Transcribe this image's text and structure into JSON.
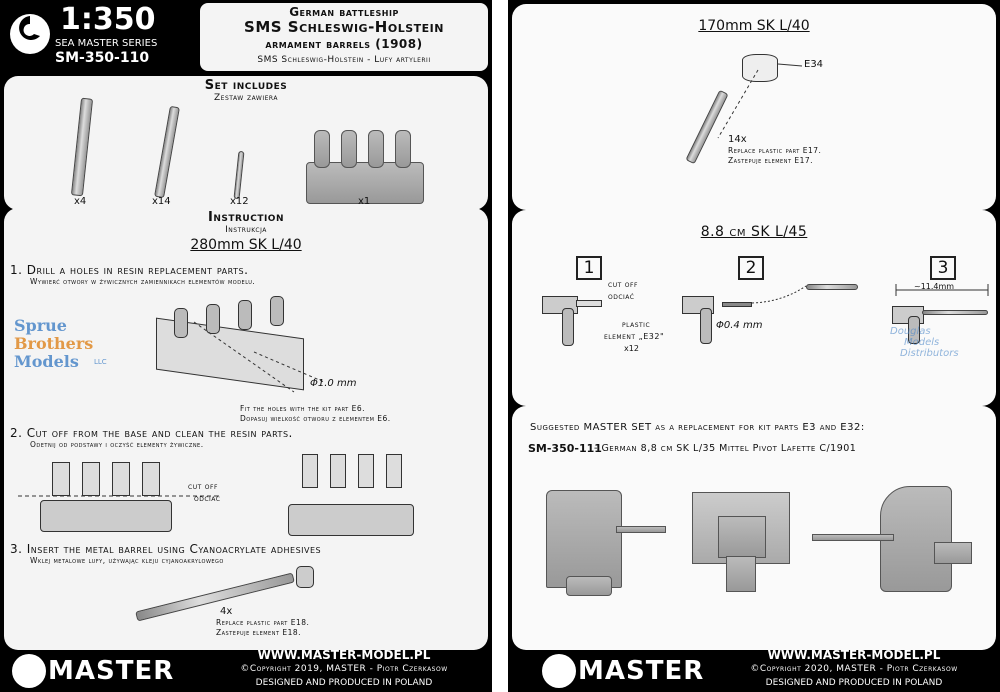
{
  "left": {
    "scale": "1:350",
    "series": "SEA MASTER SERIES",
    "code": "SM-350-110",
    "title_line1": "German battleship",
    "title_line2": "SMS Schleswig-Holstein",
    "title_line3": "armament barrels (1908)",
    "title_sub": "SMS Schleswig-Holstein - Lufy artylerii",
    "set_includes": "Set includes",
    "set_includes_pl": "Zestaw zawiera",
    "parts": [
      {
        "qty": "x4"
      },
      {
        "qty": "x14"
      },
      {
        "qty": "x12"
      },
      {
        "qty": "x1"
      }
    ],
    "instruction": "Instruction",
    "instruction_pl": "Instrukcja",
    "caliber": "280mm SK L/40",
    "step1": "1. Drill a holes in resin replacement parts.",
    "step1_pl": "Wywierć otwory w żywicznych zamiennikach elementów modelu.",
    "drill": "Φ1.0 mm",
    "fit_note": "Fit the holes with the kit part E6.",
    "fit_note_pl": "Dopasuj wielkość otworu z elementem E6.",
    "step2": "2. Cut off from the base and clean the resin parts.",
    "step2_pl": "Odetnij od podstawy i oczyść elementy żywiczne.",
    "cut_off": "cut off",
    "cut_off_pl": "odciać",
    "step3": "3. Insert the metal barrel using Cyanoacrylate adhesives",
    "step3_pl": "Wklej metalowe lufy, używając kleju cyjanoakrylowego",
    "step3_qty": "4x",
    "replace_note": "Replace plastic part E18.",
    "replace_note_pl": "Zastepuje element E18.",
    "watermark": [
      "Sprue",
      "Brothers",
      "Models"
    ],
    "watermark_llc": "LLC",
    "brand": "MASTER",
    "website": "WWW.MASTER-MODEL.PL",
    "copyright": "©Copyright 2019, MASTER - Piotr Czerkasow",
    "made": "DESIGNED AND PRODUCED IN POLAND"
  },
  "right": {
    "section1_title": "170mm SK L/40",
    "part_e34": "E34",
    "qty_14": "14x",
    "replace_e17": "Replace plastic part E17.",
    "replace_e17_pl": "Zastepuje element E17.",
    "section2_title": "8.8 cm SK L/45",
    "steps": [
      "1",
      "2",
      "3"
    ],
    "cut_off": "cut off",
    "cut_off_pl": "odciać",
    "plastic_element": "plastic",
    "plastic_element2": "element „E32\"",
    "qty_12": "x12",
    "drill": "Φ0.4 mm",
    "length": "~11.4mm",
    "watermark": [
      "Douglas",
      "Models",
      "Distributors"
    ],
    "suggest": "Suggested MASTER SET as a replacement for kit parts E3 and E32:",
    "suggest_code": "SM-350-111",
    "suggest_desc": " - German 8,8 cm SK L/35 Mittel Pivot Lafette C/1901",
    "brand": "MASTER",
    "website": "WWW.MASTER-MODEL.PL",
    "copyright": "©Copyright 2020, MASTER - Piotr Czerkasow",
    "made": "DESIGNED AND PRODUCED IN POLAND"
  },
  "colors": {
    "watermark_blue": "#4a86c8",
    "watermark_orange": "#e08a2a",
    "frame": "#000000"
  }
}
